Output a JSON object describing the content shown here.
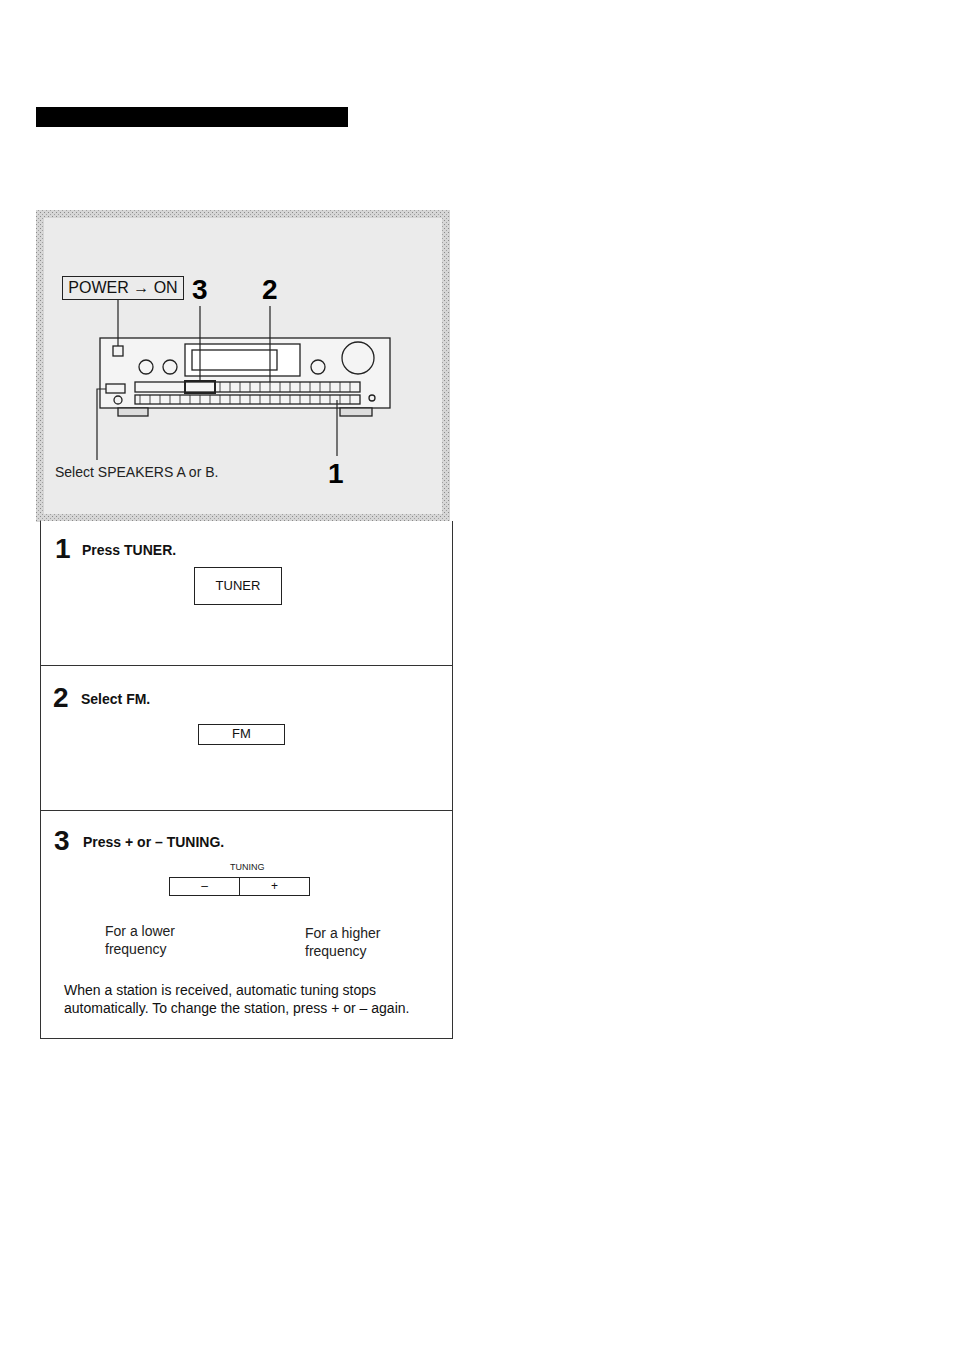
{
  "diagram": {
    "nodes": [
      {
        "text": [
          "POWER → ON"
        ]
      },
      {
        "text": [
          "1",
          "Press TUNER."
        ]
      },
      {
        "text": [
          "TUNER"
        ],
        "in": 1
      },
      {
        "text": [
          "2",
          "Select FM."
        ]
      },
      {
        "text": [
          "FM"
        ],
        "in": 3
      },
      {
        "text": [
          "3",
          "Press + or – TUNING.",
          "When a station is received, automatic tuning stops automatically. To change the station, press + or – again."
        ]
      },
      {
        "text": [
          "–"
        ],
        "in": 5
      },
      {
        "text": [
          "+"
        ],
        "in": 5
      }
    ],
    "labels": [
      "3",
      "2",
      "Select SPEAKERS A or B.",
      "1",
      "TUNING",
      "For a lower frequency",
      "For a higher frequency"
    ]
  }
}
